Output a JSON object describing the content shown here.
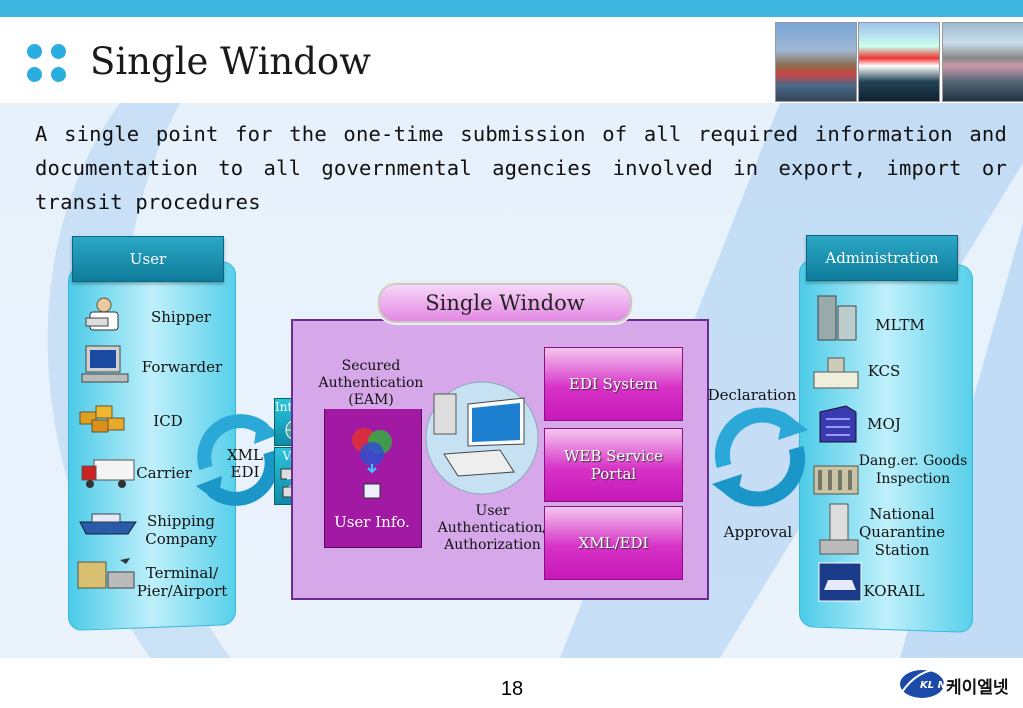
{
  "header": {
    "title": "Single Window"
  },
  "description": "A single point for the one-time submission of all required information and documentation to all governmental agencies involved in export, import or transit procedures",
  "user_panel": {
    "heading": "User",
    "items": [
      "Shipper",
      "Forwarder",
      "ICD",
      "Carrier",
      "Shipping Company",
      "Terminal/ Pier/Airport"
    ]
  },
  "admin_panel": {
    "heading": "Administration",
    "items": [
      "MLTM",
      "KCS",
      "MOJ",
      "Dang.er. Goods Inspection",
      "National Quarantine Station",
      "KORAIL"
    ]
  },
  "center": {
    "title": "Single Window",
    "eam_label": "Secured Authentication (EAM)",
    "user_info": "User Info.",
    "auth_label": "User Authentication/ Authorization",
    "systems": [
      "EDI System",
      "WEB Service Portal",
      "XML/EDI"
    ]
  },
  "network": {
    "internet": "Internet",
    "van": "VAN",
    "xml_edi": "XML EDI"
  },
  "flows": {
    "declaration": "Declaration",
    "approval": "Approval"
  },
  "footer": {
    "page": "18",
    "brand": "케이엘넷",
    "logo_text": "KL Net"
  },
  "colors": {
    "top_bar": "#3fb6e0",
    "accent": "#2aaee0",
    "panel": "#4ccbe8",
    "center_box": "#d6a8ea",
    "system_box": "#d732c7"
  }
}
